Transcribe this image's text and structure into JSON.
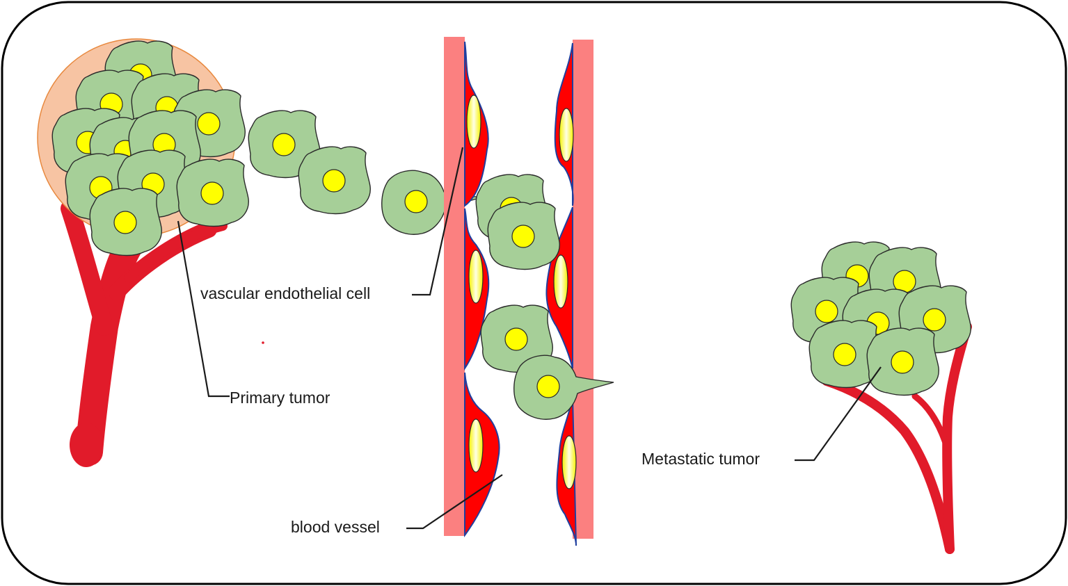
{
  "labels": {
    "vascular_endothelial_cell": "vascular endothelial cell",
    "primary_tumor": "Primary tumor",
    "blood_vessel": "blood vessel",
    "metastatic_tumor": "Metastatic tumor"
  },
  "colors": {
    "frame": "#000000",
    "tumor_halo": "#f7c4a3",
    "tumor_halo_stroke": "#e8893f",
    "cell_fill": "#a6cf98",
    "cell_stroke": "#2a2a2a",
    "nucleus": "#ffff00",
    "vessel_red": "#e11b2a",
    "vessel_wall": "#fb8080",
    "endothelial_red": "#ff0000",
    "endothelial_outline": "#1f3f9f"
  }
}
